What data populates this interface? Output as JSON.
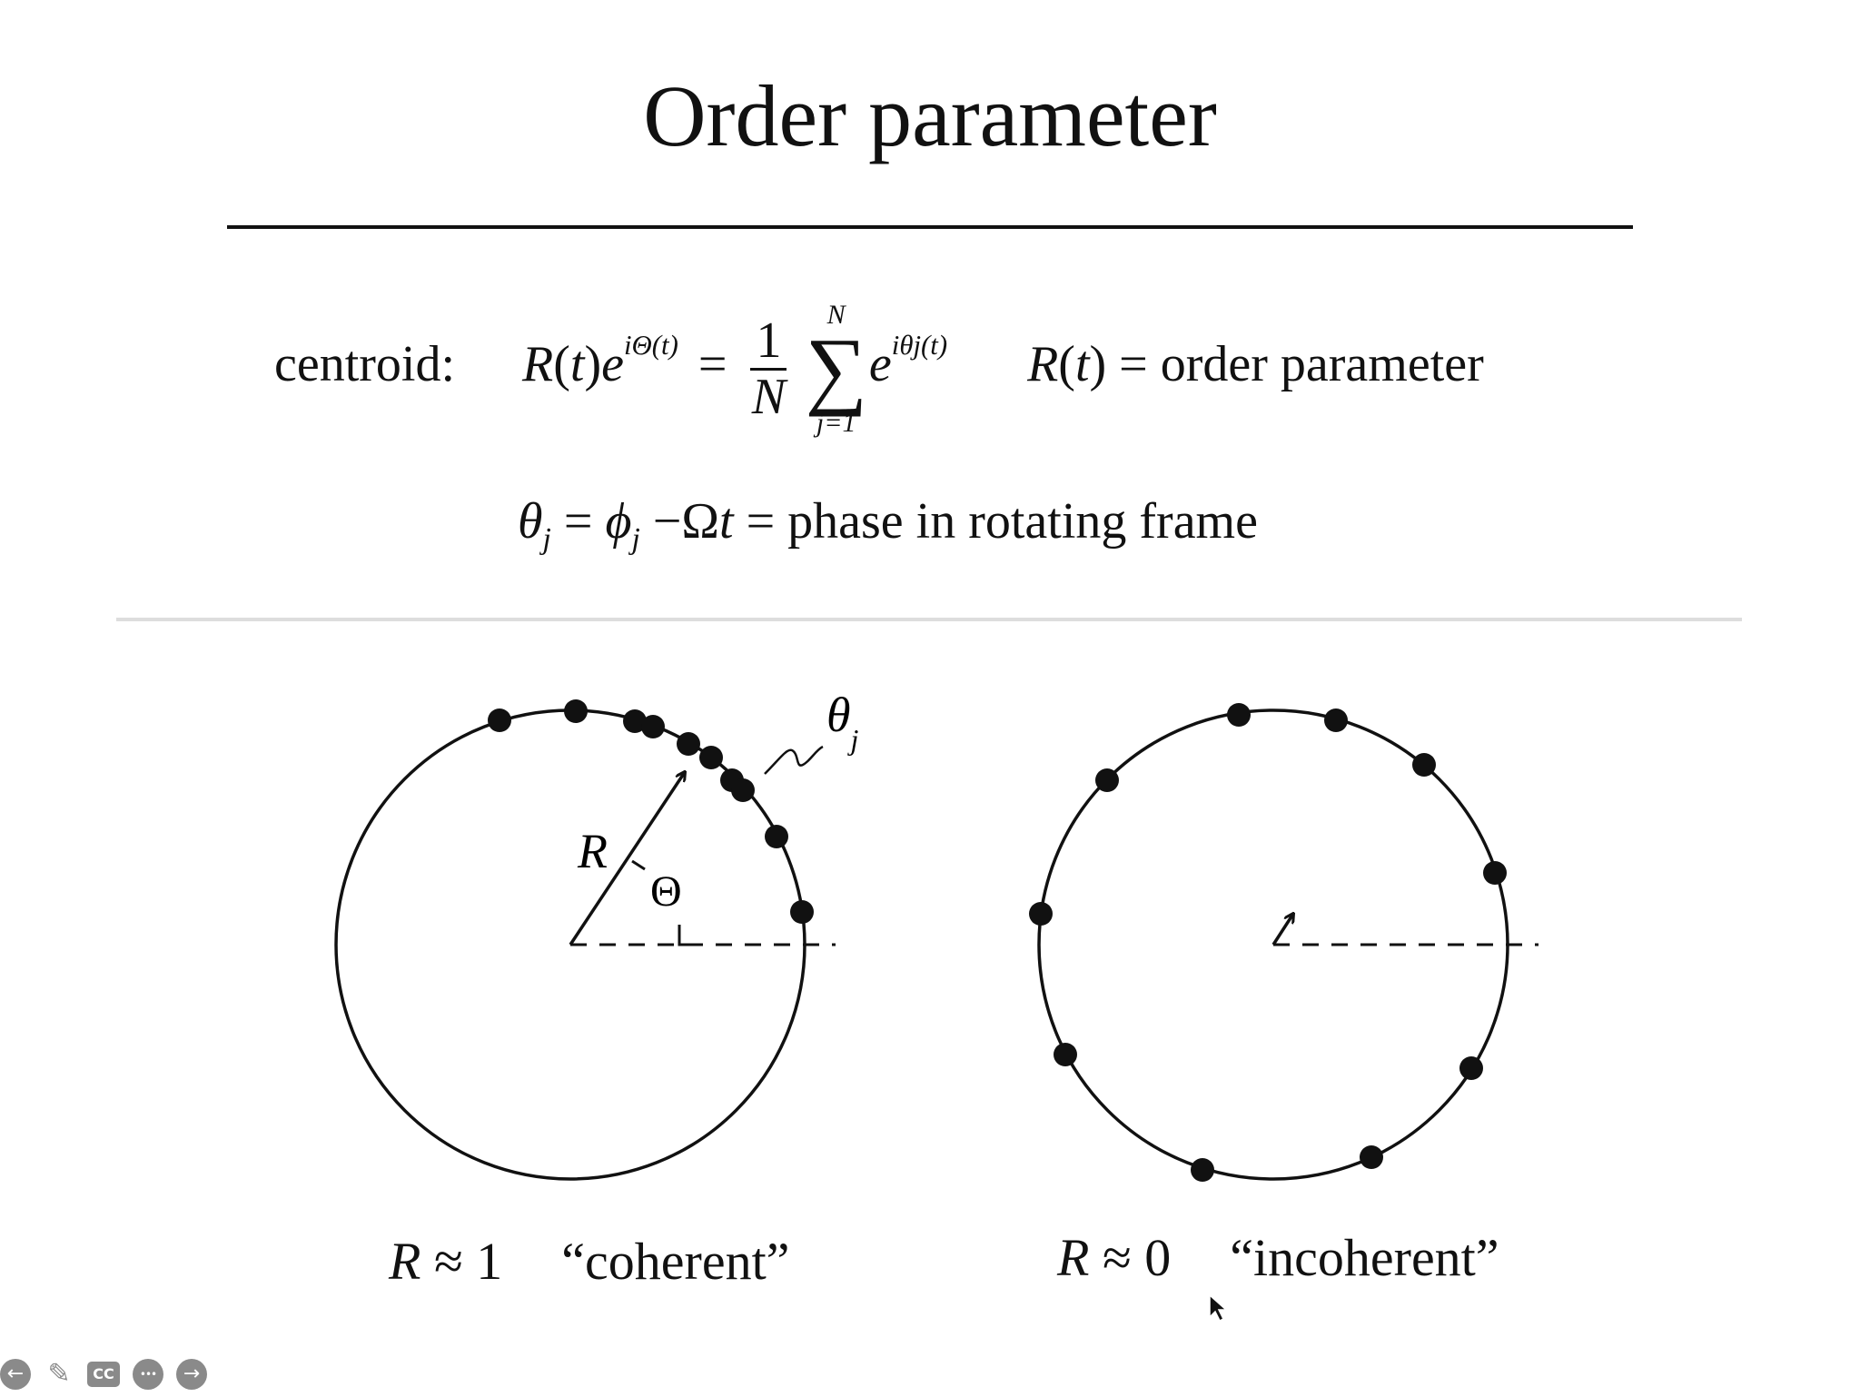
{
  "slide": {
    "title": "Order parameter",
    "eq1": {
      "label": "centroid:",
      "R": "R",
      "t": "t",
      "e": "e",
      "exp_lhs": "iΘ(t)",
      "equals": "=",
      "frac_num": "1",
      "frac_den": "N",
      "sum_upper": "N",
      "sum_symbol": "∑",
      "sum_lower": "j=1",
      "exp_rhs": "iθj(t)",
      "rhs_R": "R",
      "rhs_t": "t",
      "rhs_text": "order parameter"
    },
    "eq2": {
      "theta": "θ",
      "sub_j": "j",
      "phi": "ϕ",
      "minus": "−",
      "omega_t": "Ω",
      "t": "t",
      "text": "phase in rotating frame"
    },
    "diagram": {
      "label_R": "R",
      "label_Theta": "Θ",
      "label_theta": "θ",
      "label_theta_sub": "j"
    },
    "captions": {
      "left_R": "R",
      "left_approx": "≈ 1",
      "left_text": "“coherent”",
      "right_R": "R",
      "right_approx": "≈ 0",
      "right_text": "“incoherent”"
    }
  },
  "toolbar": {
    "prev_icon": "arrow-left-icon",
    "pen_icon": "pencil-icon",
    "cc_label": "CC",
    "more_icon": "ellipsis-icon",
    "next_icon": "arrow-right-icon",
    "prev_glyph": "←",
    "pen_glyph": "✎",
    "more_glyph": "•••",
    "next_glyph": "→"
  }
}
